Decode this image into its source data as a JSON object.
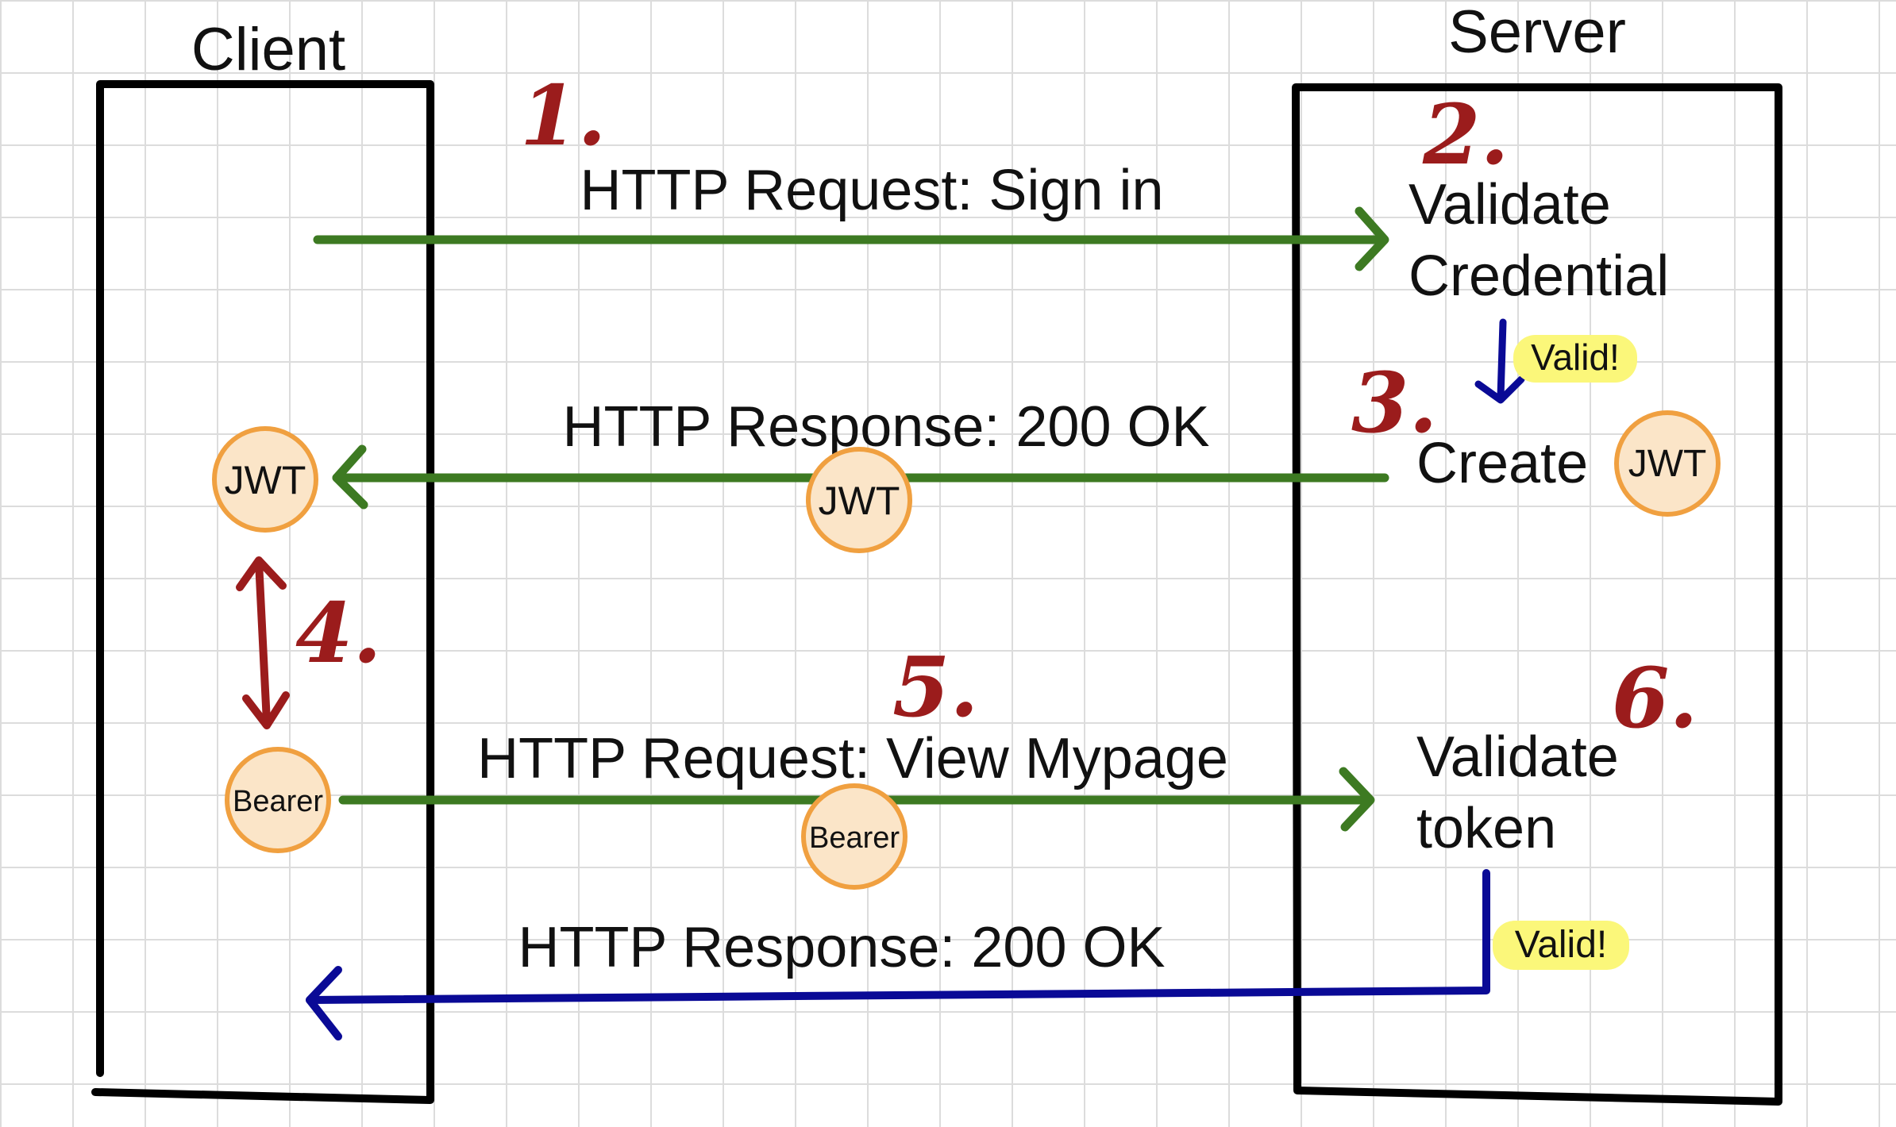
{
  "client": {
    "title": "Client"
  },
  "server": {
    "title": "Server"
  },
  "steps": [
    "1.",
    "2.",
    "3.",
    "4.",
    "5.",
    "6."
  ],
  "messages": {
    "request_sign_in": "HTTP Request: Sign in",
    "response_1": "HTTP Response: 200 OK",
    "request_mypage": "HTTP Request: View Mypage",
    "response_2": "HTTP Response: 200 OK"
  },
  "server_actions": {
    "validate_credential_line1": "Validate",
    "validate_credential_line2": "Credential",
    "create": "Create",
    "validate_token_line1": "Validate",
    "validate_token_line2": "token"
  },
  "badges": {
    "valid_1": "Valid!",
    "valid_2": "Valid!"
  },
  "tokens": {
    "jwt_client": "JWT",
    "jwt_in_transit": "JWT",
    "jwt_server": "JWT",
    "bearer_client": "Bearer",
    "bearer_in_transit": "Bearer"
  },
  "colors": {
    "green_arrow": "#3d7a22",
    "blue_arrow": "#0a0a96",
    "red_step": "#9b1c1c",
    "token_fill": "#fbe5c8",
    "token_stroke": "#f0a040",
    "highlight": "#fbf77a"
  }
}
